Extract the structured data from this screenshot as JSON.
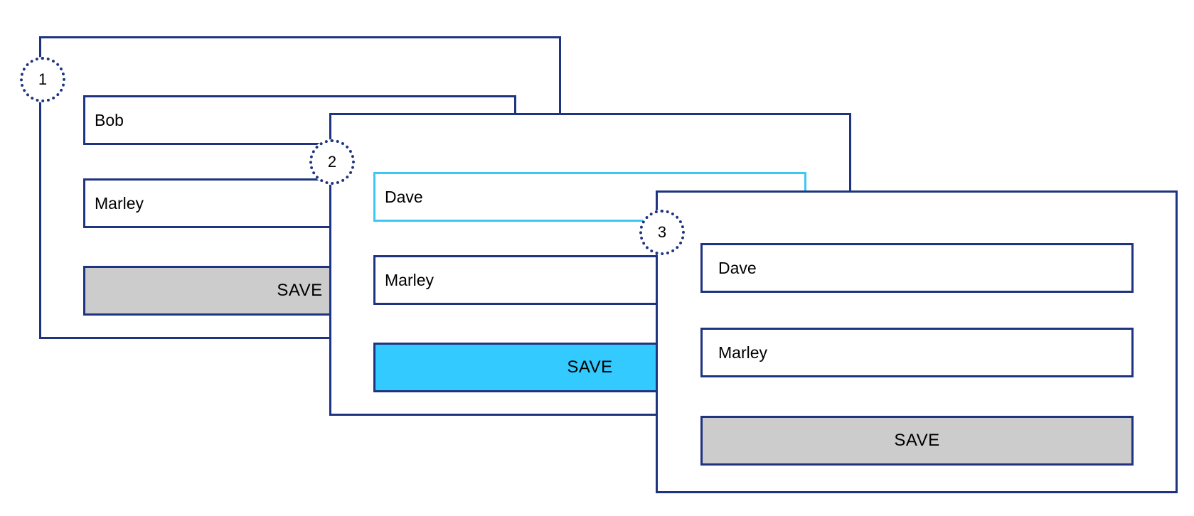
{
  "steps": [
    {
      "number": "1",
      "first_name": "Bob",
      "last_name": "Marley",
      "save_label": "SAVE",
      "first_name_focused": false,
      "save_active": false
    },
    {
      "number": "2",
      "first_name": "Dave",
      "last_name": "Marley",
      "save_label": "SAVE",
      "first_name_focused": true,
      "save_active": true
    },
    {
      "number": "3",
      "first_name": "Dave",
      "last_name": "Marley",
      "save_label": "SAVE",
      "first_name_focused": false,
      "save_active": false
    }
  ],
  "colors": {
    "border": "#1f3480",
    "focus_border": "#3cc8f4",
    "button_default": "#cccccc",
    "button_active": "#33caff"
  }
}
